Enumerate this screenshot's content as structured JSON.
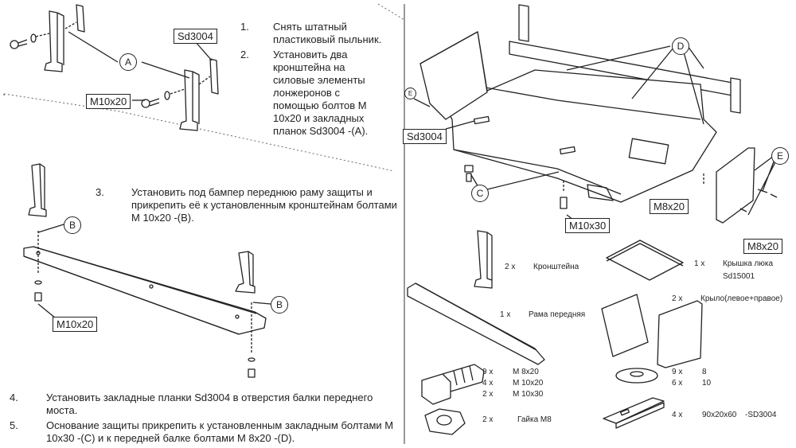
{
  "steps": {
    "s1_num": "1.",
    "s1_text": "Снять штатный пластиковый пыльник.",
    "s2_num": "2.",
    "s2_text": "Установить два кронштейна на силовые элементы лонжеронов с помощью болтов М 10x20 и закладных планок Sd3004 -(A).",
    "s3_num": "3.",
    "s3_text": "Установить под бампер переднюю раму защиты и прикрепить её к установленным кронштейнам болтами М 10x20 -(B).",
    "s4_num": "4.",
    "s4_text": "Установить закладные планки Sd3004 в отверстия балки переднего моста.",
    "s5_num": "5.",
    "s5_text": "Основание защиты прикрепить к установленным закладным болтами М 10x30 -(C) и к передней балке болтами М 8x20 -(D)."
  },
  "callouts": {
    "a": "A",
    "b": "B",
    "c": "C",
    "d": "D",
    "e": "E",
    "sd3004": "Sd3004",
    "m10x20": "M10x20",
    "m10x30": "M10x30",
    "m8x20": "M8x20"
  },
  "parts": [
    {
      "qty": "2 x",
      "name": "Кронштейна"
    },
    {
      "qty": "1 x",
      "name": "Рама передняя"
    },
    {
      "qty": "1 x",
      "name": "Крышка люка"
    },
    {
      "qty": "",
      "name": "Sd15001"
    },
    {
      "qty": "2 x",
      "name": "Крыло(левое+правое)"
    }
  ],
  "bolts": [
    {
      "qty": "9 x",
      "name": "M 8x20"
    },
    {
      "qty": "4 x",
      "name": "M 10x20"
    },
    {
      "qty": "2 x",
      "name": "M 10x30"
    }
  ],
  "nut": {
    "qty": "2 x",
    "name": "Гайка М8"
  },
  "washers": [
    {
      "qty": "9 x",
      "name": "8"
    },
    {
      "qty": "6 x",
      "name": "10"
    }
  ],
  "plate": {
    "qty": "4 x",
    "name": "90x20x60",
    "code": "-SD3004"
  }
}
